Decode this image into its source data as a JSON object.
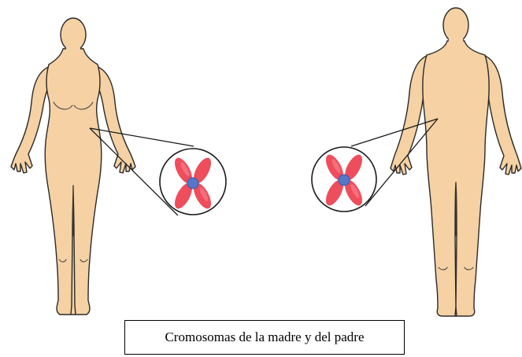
{
  "caption": "Cromosomas de la madre y del padre",
  "figures": [
    {
      "name": "female-body-figure",
      "role": "madre"
    },
    {
      "name": "male-body-figure",
      "role": "padre"
    }
  ],
  "colors": {
    "skin": "#f5d1a3",
    "outline": "#2a2a2a",
    "chromosome": "#ec3a4a",
    "centromere": "#5576c9"
  },
  "icons": [
    "chromosome-icon",
    "magnifier-circle-icon"
  ]
}
